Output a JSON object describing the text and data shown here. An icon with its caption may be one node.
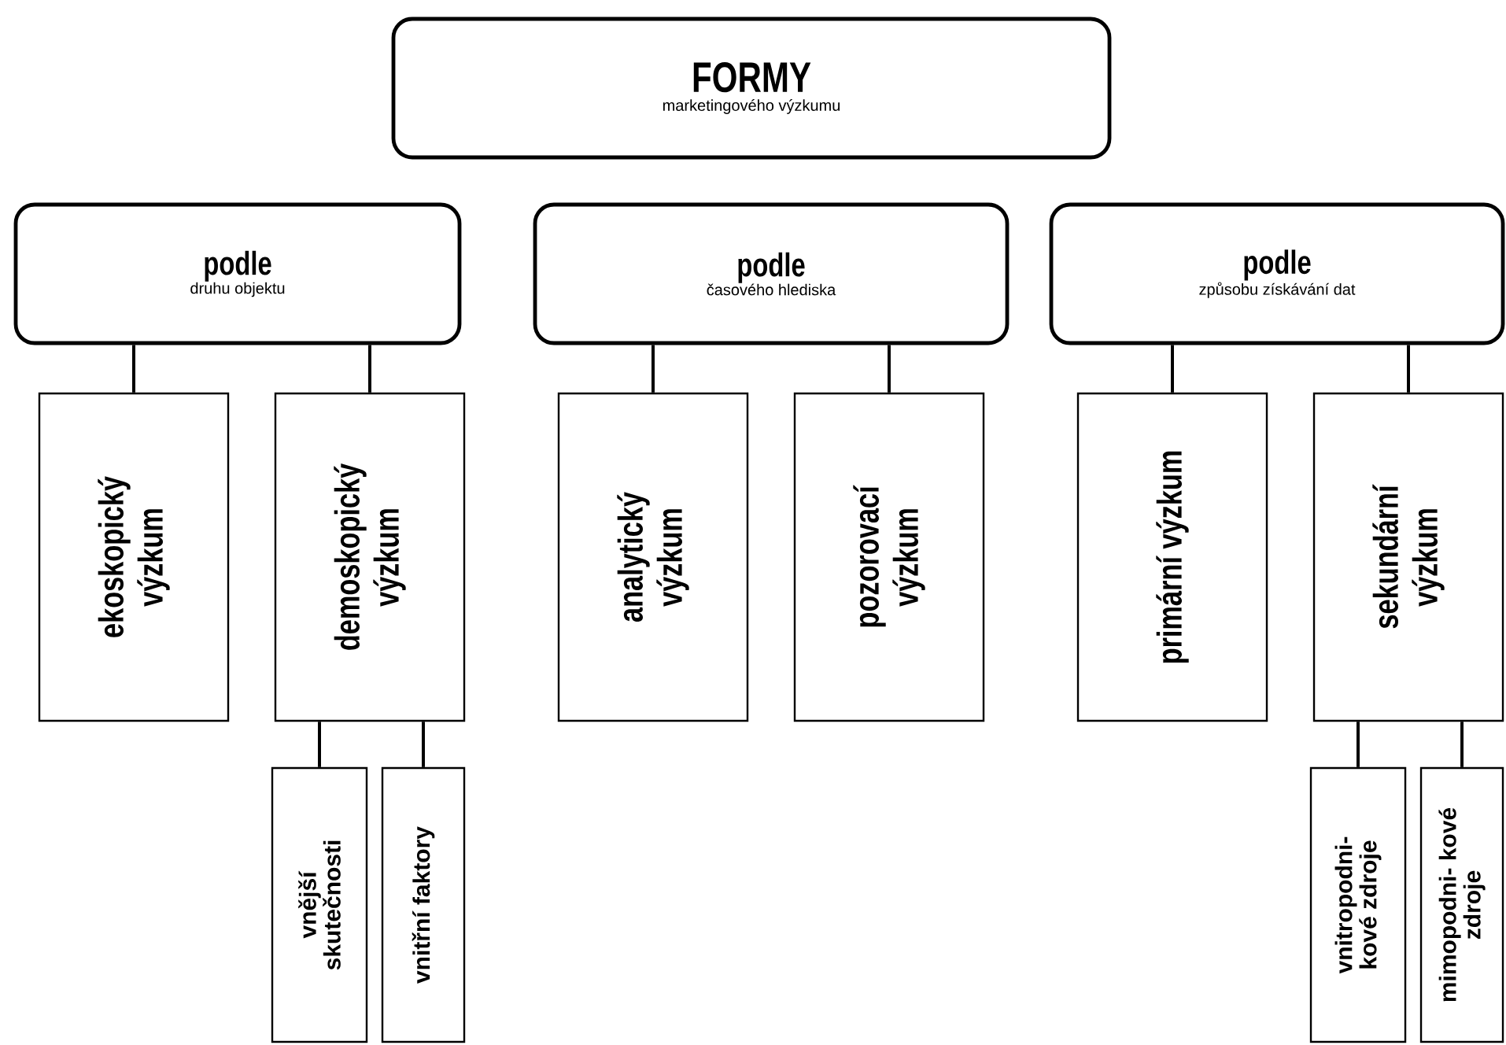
{
  "diagram": {
    "nodes": [
      {
        "text": [
          "FORMY",
          "marketingového výzkumu"
        ]
      },
      {
        "text": [
          "podle",
          "druhu objektu"
        ]
      },
      {
        "text": [
          "ekoskopický výzkum"
        ]
      },
      {
        "text": [
          "demoskopický výzkum"
        ]
      },
      {
        "text": [
          "vnější skutečnosti"
        ]
      },
      {
        "text": [
          "vnitřní faktory"
        ]
      },
      {
        "text": [
          "podle",
          "časového hlediska"
        ]
      },
      {
        "text": [
          "analytický výzkum"
        ]
      },
      {
        "text": [
          "pozorovací výzkum"
        ]
      },
      {
        "text": [
          "podle",
          "způsobu získávání dat"
        ]
      },
      {
        "text": [
          "primární výzkum"
        ]
      },
      {
        "text": [
          "sekundární výzkum"
        ]
      },
      {
        "text": [
          "vnitropodni- kové zdroje"
        ]
      },
      {
        "text": [
          "mimopodni- kové zdroje"
        ]
      }
    ],
    "edges": [
      {
        "from": 1,
        "to": 2,
        "arrow": "none"
      },
      {
        "from": 1,
        "to": 3,
        "arrow": "none"
      },
      {
        "from": 3,
        "to": 4,
        "arrow": "none"
      },
      {
        "from": 3,
        "to": 5,
        "arrow": "none"
      },
      {
        "from": 6,
        "to": 7,
        "arrow": "none"
      },
      {
        "from": 6,
        "to": 8,
        "arrow": "none"
      },
      {
        "from": 9,
        "to": 10,
        "arrow": "none"
      },
      {
        "from": 9,
        "to": 11,
        "arrow": "none"
      },
      {
        "from": 11,
        "to": 12,
        "arrow": "none"
      },
      {
        "from": 11,
        "to": 13,
        "arrow": "none"
      }
    ]
  }
}
